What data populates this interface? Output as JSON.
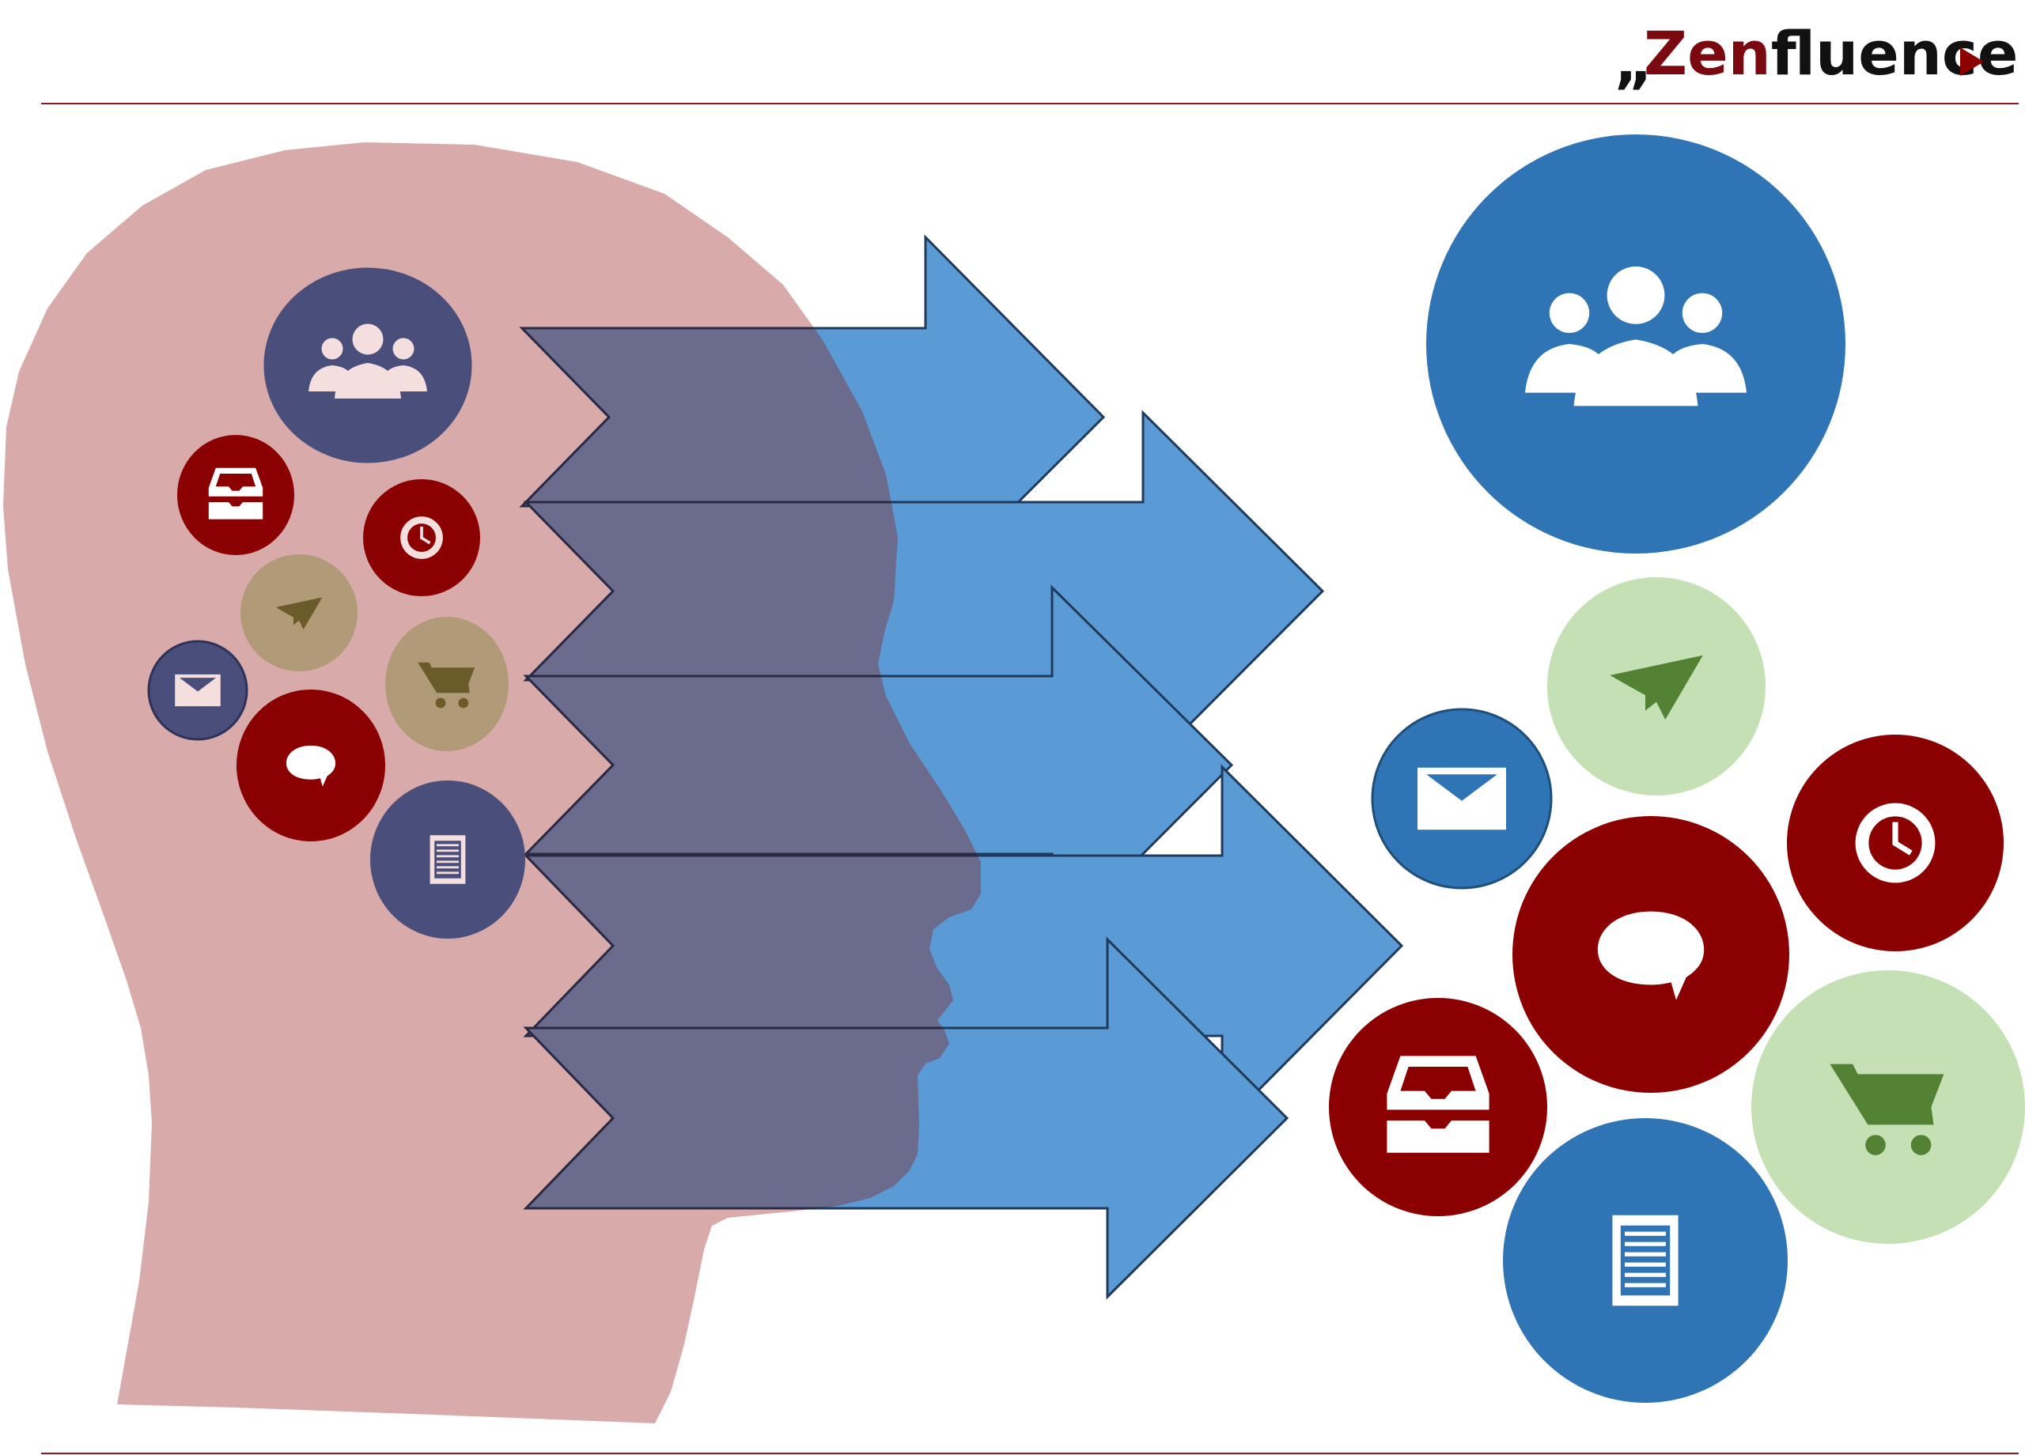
{
  "brand": {
    "quote_mark": "„",
    "letters": [
      "Z",
      "en",
      "fluence"
    ],
    "colors": {
      "dark_red": "#7a0a10",
      "black": "#111111",
      "rule": "#8b1a1a"
    }
  },
  "palette": {
    "head_fill": "#d9aaaa",
    "arrow_fill": "#5b9bd5",
    "arrow_overlap": "#6b6b8e",
    "navy": "#4a4e7a",
    "maroon": "#8b0000",
    "tan": "#b09a78",
    "olive": "#6b5a2a",
    "blue": "#2f74b4",
    "light_green": "#c5e0b4",
    "green": "#548235"
  },
  "head_icons": [
    "group-icon",
    "inbox-icon",
    "clock-icon",
    "send-icon",
    "mail-icon",
    "cart-icon",
    "chat-icon",
    "document-icon"
  ],
  "output_icons": [
    "group-icon",
    "send-icon",
    "mail-icon",
    "clock-icon",
    "chat-icon",
    "inbox-icon",
    "cart-icon",
    "document-icon"
  ]
}
